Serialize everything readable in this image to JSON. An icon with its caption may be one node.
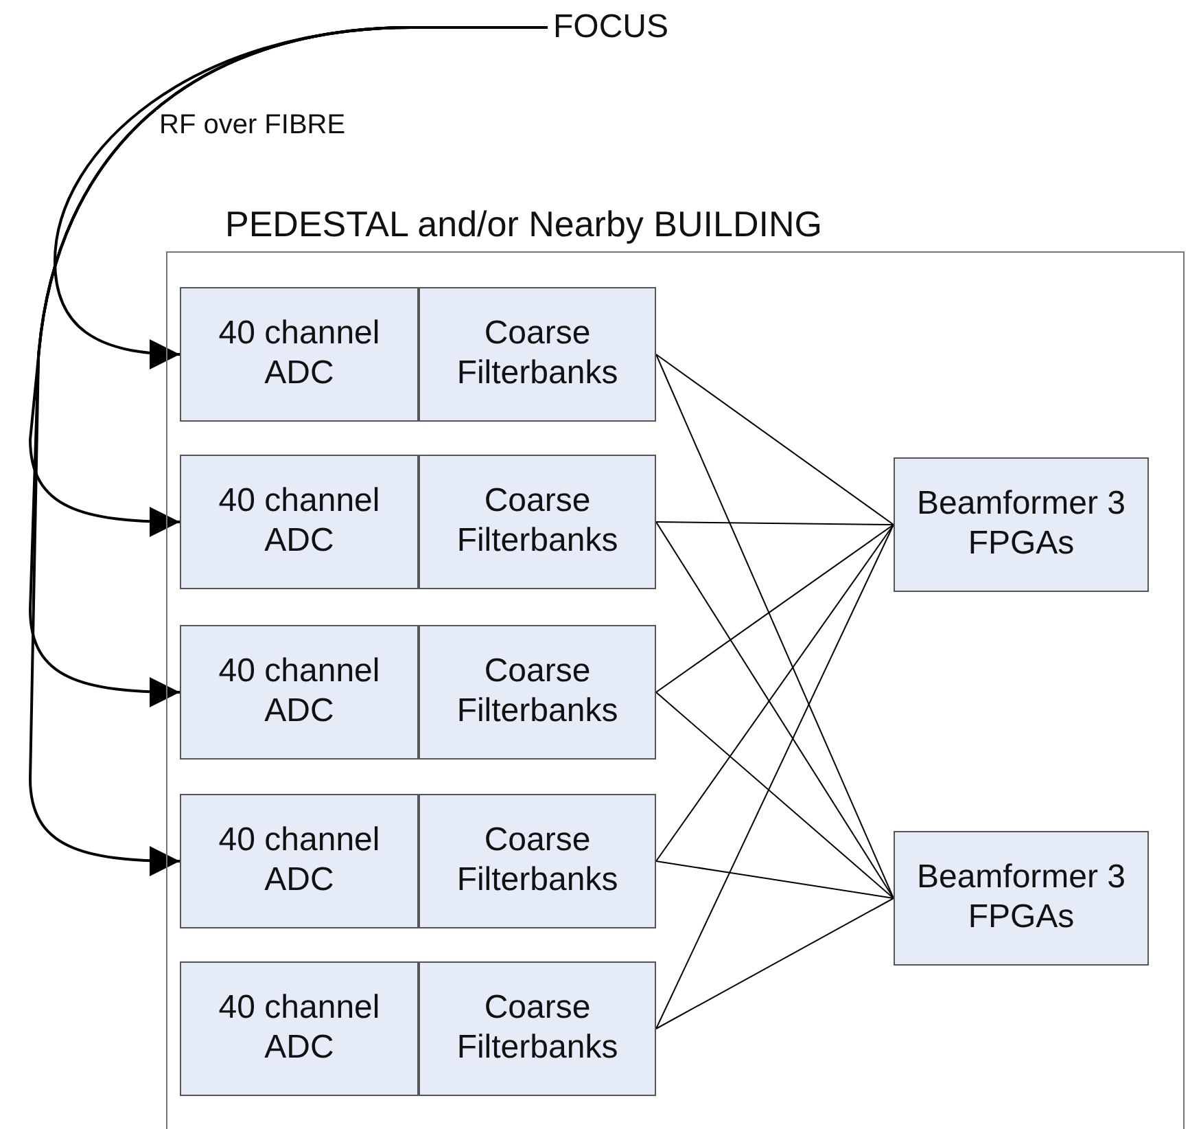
{
  "diagram": {
    "nodes": [
      {
        "text": [
          "FOCUS"
        ]
      },
      {
        "text": [
          "PEDESTAL and/or Nearby BUILDING"
        ]
      },
      {
        "text": [
          "40 channel ADC"
        ],
        "in": 1
      },
      {
        "text": [
          "Coarse Filterbanks"
        ],
        "in": 1
      },
      {
        "text": [
          "40 channel ADC"
        ],
        "in": 1
      },
      {
        "text": [
          "Coarse Filterbanks"
        ],
        "in": 1
      },
      {
        "text": [
          "40 channel ADC"
        ],
        "in": 1
      },
      {
        "text": [
          "Coarse Filterbanks"
        ],
        "in": 1
      },
      {
        "text": [
          "40 channel ADC"
        ],
        "in": 1
      },
      {
        "text": [
          "Coarse Filterbanks"
        ],
        "in": 1
      },
      {
        "text": [
          "40 channel ADC"
        ],
        "in": 1
      },
      {
        "text": [
          "Coarse Filterbanks"
        ],
        "in": 1
      },
      {
        "text": [
          "Beamformer 3 FPGAs"
        ],
        "in": 1
      },
      {
        "text": [
          "Beamformer 3 FPGAs"
        ],
        "in": 1
      }
    ],
    "edges": [
      {
        "from": 0,
        "to": 2,
        "arrow": "to",
        "label": "RF over FIBRE"
      },
      {
        "from": 0,
        "to": 4,
        "arrow": "to"
      },
      {
        "from": 0,
        "to": 6,
        "arrow": "to"
      },
      {
        "from": 0,
        "to": 8,
        "arrow": "to"
      },
      {
        "from": 3,
        "to": 12,
        "arrow": "none"
      },
      {
        "from": 3,
        "to": 13,
        "arrow": "none"
      },
      {
        "from": 5,
        "to": 12,
        "arrow": "none"
      },
      {
        "from": 5,
        "to": 13,
        "arrow": "none"
      },
      {
        "from": 7,
        "to": 12,
        "arrow": "none"
      },
      {
        "from": 7,
        "to": 13,
        "arrow": "none"
      },
      {
        "from": 9,
        "to": 12,
        "arrow": "none"
      },
      {
        "from": 9,
        "to": 13,
        "arrow": "none"
      },
      {
        "from": 11,
        "to": 12,
        "arrow": "none"
      },
      {
        "from": 11,
        "to": 13,
        "arrow": "none"
      }
    ]
  }
}
